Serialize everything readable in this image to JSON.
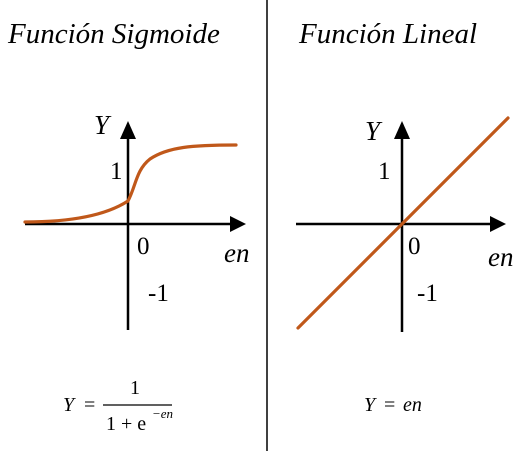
{
  "colors": {
    "curve": "#c0581a",
    "axis": "#000000",
    "divider": "#000000",
    "background": "#ffffff"
  },
  "left_panel": {
    "title": "Función Sigmoide",
    "y_label": "Y",
    "x_label": "en",
    "tick_one": "1",
    "tick_zero": "0",
    "tick_minus_one": "-1",
    "formula": {
      "lhs": "Y",
      "equals": "=",
      "numerator": "1",
      "denominator_base": "1 + e",
      "exponent": "−en"
    },
    "curve_type": "sigmoid"
  },
  "right_panel": {
    "title": "Función Lineal",
    "y_label": "Y",
    "x_label": "en",
    "tick_one": "1",
    "tick_zero": "0",
    "tick_minus_one": "-1",
    "formula": {
      "lhs": "Y",
      "equals": "=",
      "rhs": "en"
    },
    "curve_type": "linear"
  }
}
